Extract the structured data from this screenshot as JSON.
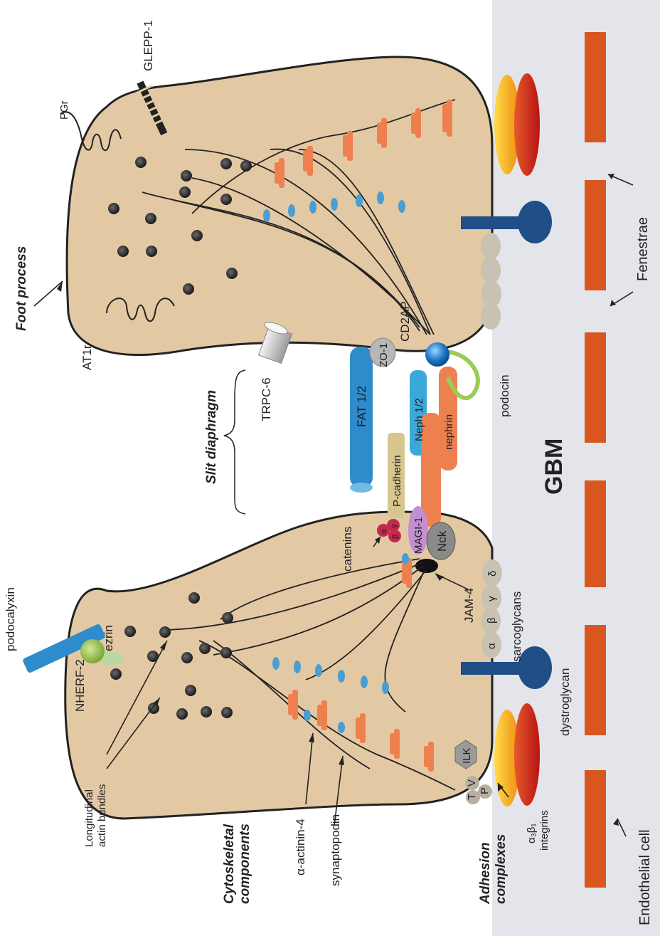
{
  "labels": {
    "foot_process": "Foot process",
    "at1r": "AT1r",
    "pgr": "PGr",
    "glepp1": "GLEPP-1",
    "trpc6": "TRPC-6",
    "slit_diaphragm": "Slit diaphragm",
    "fat12": "FAT 1/2",
    "zo1": "ZO-1",
    "cd2ap": "CD2AP",
    "neph12": "Neph 1/2",
    "nephrin": "nephrin",
    "podocin": "podocin",
    "p_cadherin": "P-cadherin",
    "catenins": "catenins",
    "magi1": "MAGI-1",
    "nck": "Nck",
    "jam4": "JAM-4",
    "sarcoglycans": "sarcoglycans",
    "dystroglycan": "dystroglycan",
    "podocalyxin": "podocalyxin",
    "ezrin": "ezrin",
    "nherf2": "NHERF-2",
    "longitudinal_actin_1": "Longitudinal",
    "longitudinal_actin_2": "actin bundles",
    "cytoskeletal_1": "Cytoskeletal",
    "cytoskeletal_2": "components",
    "alpha_actinin4": "α-actinin-4",
    "synaptopodin": "synaptopodin",
    "adhesion_1": "Adhesion",
    "adhesion_2": "complexes",
    "integrins_1": "α₃β₁",
    "integrins_2": "integrins",
    "ilk": "ILK",
    "tvp_t": "T",
    "tvp_v": "V",
    "tvp_p": "P",
    "endothelial_cell": "Endothelial cell",
    "fenestrae": "Fenestrae",
    "gbm": "GBM",
    "greek_alpha": "α",
    "greek_beta": "β",
    "greek_gamma": "γ",
    "greek_delta": "δ"
  },
  "colors": {
    "cell_fill": "#e3c9a3",
    "gbm_band": "#e2e4e8",
    "endothelial": "#d9571f",
    "actin_dot": "#2b2b2b",
    "orange_protein": "#ee8050",
    "blue_dot": "#4a9ed3",
    "navy": "#1f4f86",
    "fat_blue": "#2e8ccc",
    "neph_blue": "#3aa9d8",
    "podocin_green": "#9ccc55",
    "ilk_gray": "#9a9a9a",
    "integrin_yellow": "#f5b820",
    "integrin_red": "#c82b1a",
    "sarcoglycan": "#c9c1b2",
    "magi_purple": "#c48fd0",
    "catenin_red": "#c4284a",
    "pcad_khaki": "#d8c690"
  }
}
